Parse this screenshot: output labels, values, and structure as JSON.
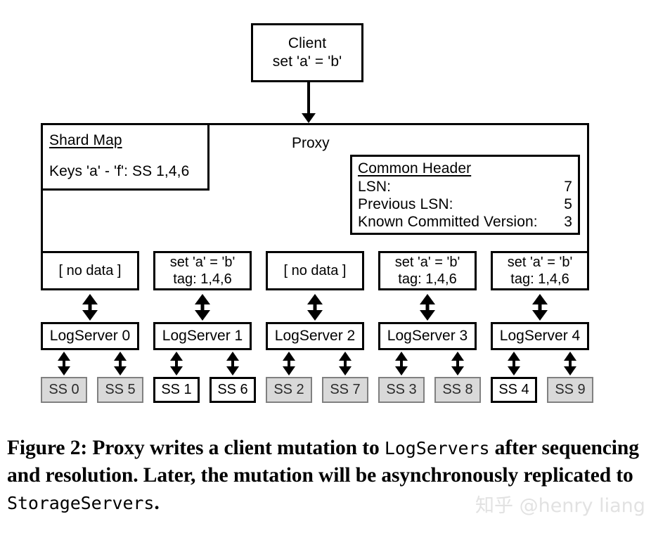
{
  "figure": {
    "client": {
      "title": "Client",
      "operation": "set 'a' = 'b'"
    },
    "proxy": {
      "label": "Proxy",
      "shard_map": {
        "title": "Shard Map",
        "entry": "Keys 'a' - 'f': SS 1,4,6"
      },
      "common_header": {
        "title": "Common Header",
        "rows": [
          {
            "key": "LSN:",
            "value": "7"
          },
          {
            "key": "Previous LSN:",
            "value": "5"
          },
          {
            "key": "Known Committed Version: ",
            "value": "3"
          }
        ]
      }
    },
    "messages": [
      {
        "line1": "[ no data ]",
        "line2": ""
      },
      {
        "line1": "set 'a' = 'b'",
        "line2": "tag: 1,4,6"
      },
      {
        "line1": "[ no data ]",
        "line2": ""
      },
      {
        "line1": "set 'a' = 'b'",
        "line2": "tag: 1,4,6"
      },
      {
        "line1": "set 'a' = 'b'",
        "line2": "tag: 1,4,6"
      }
    ],
    "log_servers": [
      "LogServer 0",
      "LogServer 1",
      "LogServer 2",
      "LogServer 3",
      "LogServer 4"
    ],
    "storage_servers": [
      {
        "label": "SS 0",
        "fill": "gray"
      },
      {
        "label": "SS 5",
        "fill": "gray"
      },
      {
        "label": "SS 1",
        "fill": "white"
      },
      {
        "label": "SS 6",
        "fill": "white"
      },
      {
        "label": "SS 2",
        "fill": "gray"
      },
      {
        "label": "SS 7",
        "fill": "gray"
      },
      {
        "label": "SS 3",
        "fill": "gray"
      },
      {
        "label": "SS 8",
        "fill": "gray"
      },
      {
        "label": "SS 4",
        "fill": "white"
      },
      {
        "label": "SS 9",
        "fill": "gray"
      }
    ],
    "caption": {
      "part1": "Figure 2: Proxy writes a client mutation to ",
      "mono1": "LogServers",
      "part2": " after sequencing and resolution. Later, the mutation will be asynchronously replicated to ",
      "mono2": "StorageServers",
      "part3": "."
    },
    "watermark": "知乎 @henry liang",
    "colors": {
      "stroke": "#000000",
      "background": "#ffffff",
      "ss_gray_fill": "#d9d9d9",
      "ss_gray_stroke": "#808080",
      "watermark": "#e2e2e2"
    }
  }
}
